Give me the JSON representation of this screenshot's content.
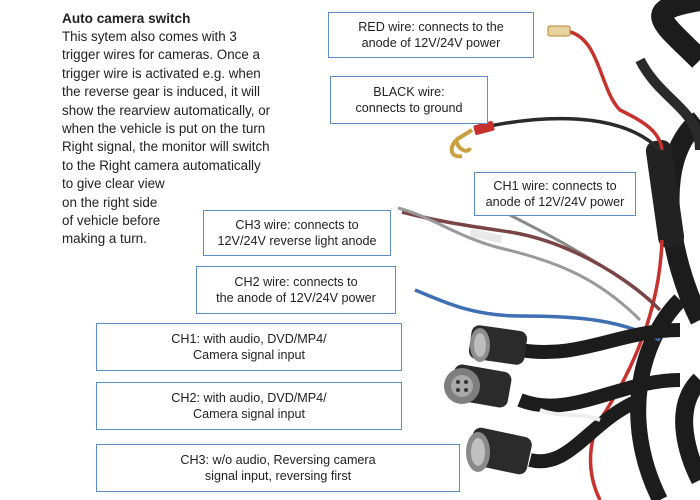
{
  "intro": {
    "title": "Auto camera switch",
    "body_lines": [
      "This sytem also comes with 3",
      "trigger wires for cameras. Once a",
      "trigger wire is activated e.g. when",
      "the reverse gear is induced, it will",
      "show the rearview automatically, or",
      "when the vehicle is put on the turn",
      "Right signal, the monitor will switch",
      "to the Right camera automatically",
      "to give clear view",
      "on the right side",
      "of vehicle before",
      "making a turn."
    ]
  },
  "callouts": {
    "red_wire": "RED wire: connects to the\nanode of 12V/24V power",
    "black_wire": "BLACK wire:\nconnects to ground",
    "ch1_wire": "CH1 wire: connects to\nanode of 12V/24V power",
    "ch3_wire": "CH3 wire: connects to\n12V/24V reverse light anode",
    "ch2_wire": "CH2 wire:  connects to\nthe anode of 12V/24V power",
    "ch1_input": "CH1: with audio, DVD/MP4/\nCamera signal input",
    "ch2_input": "CH2: with audio, DVD/MP4/\nCamera signal input",
    "ch3_input": "CH3: w/o audio, Reversing camera\nsignal input, reversing first"
  },
  "colors": {
    "callout_border": "#5b8ec9",
    "red_wire": "#c8322e",
    "black_wire": "#2a2a2a",
    "blue_wire": "#3f6fb3",
    "gray_wire": "#8a8a8a",
    "cable": "#1c1c1c"
  }
}
